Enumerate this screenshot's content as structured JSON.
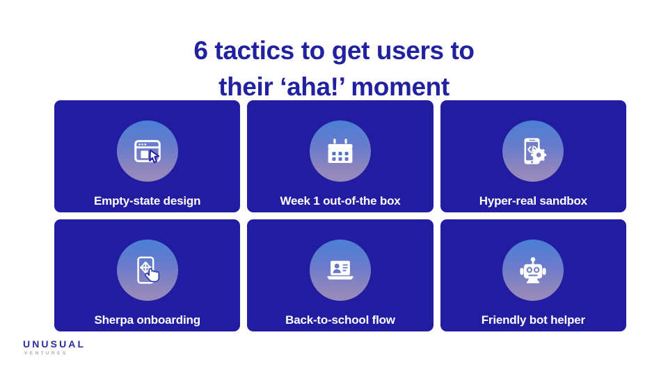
{
  "slide": {
    "title_line_1": "6 tactics to get users to",
    "title_line_2": "their ‘aha!’ moment",
    "title_color": "#2222a0",
    "background_color": "#ffffff"
  },
  "theme": {
    "card_background": "#221ca0",
    "card_label_color": "#ffffff",
    "icon_gradient_top": "#4a7fd6",
    "icon_gradient_bottom": "#9a8cbb",
    "icon_glyph_color": "#ffffff"
  },
  "cards": [
    {
      "label": "Empty-state design",
      "icon": "browser-window-cursor-icon",
      "position": "row-1-col-1"
    },
    {
      "label": "Week 1 out-of-the box",
      "icon": "calendar-icon",
      "position": "row-1-col-2"
    },
    {
      "label": "Hyper-real sandbox",
      "icon": "mobile-code-gear-icon",
      "position": "row-1-col-3"
    },
    {
      "label": "Sherpa onboarding",
      "icon": "mobile-swipe-hand-icon",
      "position": "row-2-col-1"
    },
    {
      "label": "Back-to-school flow",
      "icon": "laptop-profile-icon",
      "position": "row-2-col-2"
    },
    {
      "label": "Friendly bot helper",
      "icon": "robot-head-icon",
      "position": "row-2-col-3"
    }
  ],
  "logo": {
    "name": "UNUSUAL",
    "tagline": "VENTURES",
    "name_color": "#2a2a9c",
    "tagline_color": "#a7a7b4"
  }
}
